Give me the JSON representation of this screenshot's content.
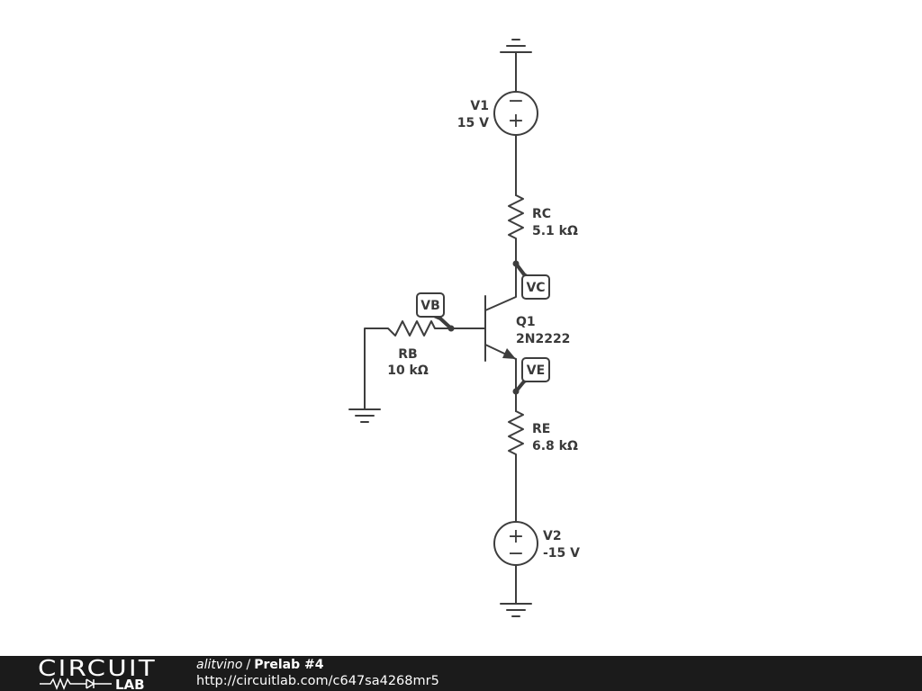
{
  "schematic": {
    "v1": {
      "name": "V1",
      "value": "15 V"
    },
    "rc": {
      "name": "RC",
      "value": "5.1 kΩ"
    },
    "q1": {
      "name": "Q1",
      "value": "2N2222"
    },
    "rb": {
      "name": "RB",
      "value": "10 kΩ"
    },
    "re": {
      "name": "RE",
      "value": "6.8 kΩ"
    },
    "v2": {
      "name": "V2",
      "value": "-15 V"
    },
    "probes": {
      "vb": "VB",
      "vc": "VC",
      "ve": "VE"
    },
    "source_symbols": {
      "plus": "+",
      "minus": "−"
    }
  },
  "footer": {
    "logo_top": "CIRCUIT",
    "logo_bottom": "LAB",
    "author": "alitvino",
    "separator": "/",
    "title": "Prelab #4",
    "url": "http://circuitlab.com/c647sa4268mr5"
  }
}
